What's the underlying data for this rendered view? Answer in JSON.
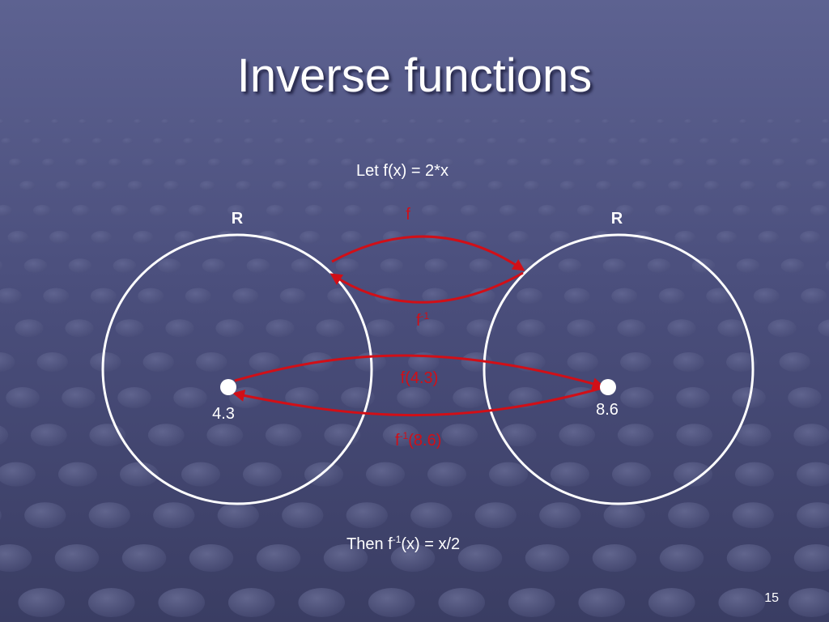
{
  "slide": {
    "title": "Inverse functions",
    "definition": "Let f(x) = 2*x",
    "domain_label": "R",
    "codomain_label": "R",
    "forward_label": "f",
    "inverse_label_base": "f",
    "inverse_label_sup": "-1",
    "point_a": "4.3",
    "point_b": "8.6",
    "forward_point_label": "f(4.3)",
    "inverse_point_base": "f",
    "inverse_point_sup": "-1",
    "inverse_point_arg": "(8.6)",
    "conclusion_prefix": "Then f",
    "conclusion_sup": "-1",
    "conclusion_suffix": "(x) = x/2",
    "page_number": "15"
  },
  "colors": {
    "arrow": "#d10f17",
    "circle": "#ffffff",
    "text": "#ffffff"
  }
}
